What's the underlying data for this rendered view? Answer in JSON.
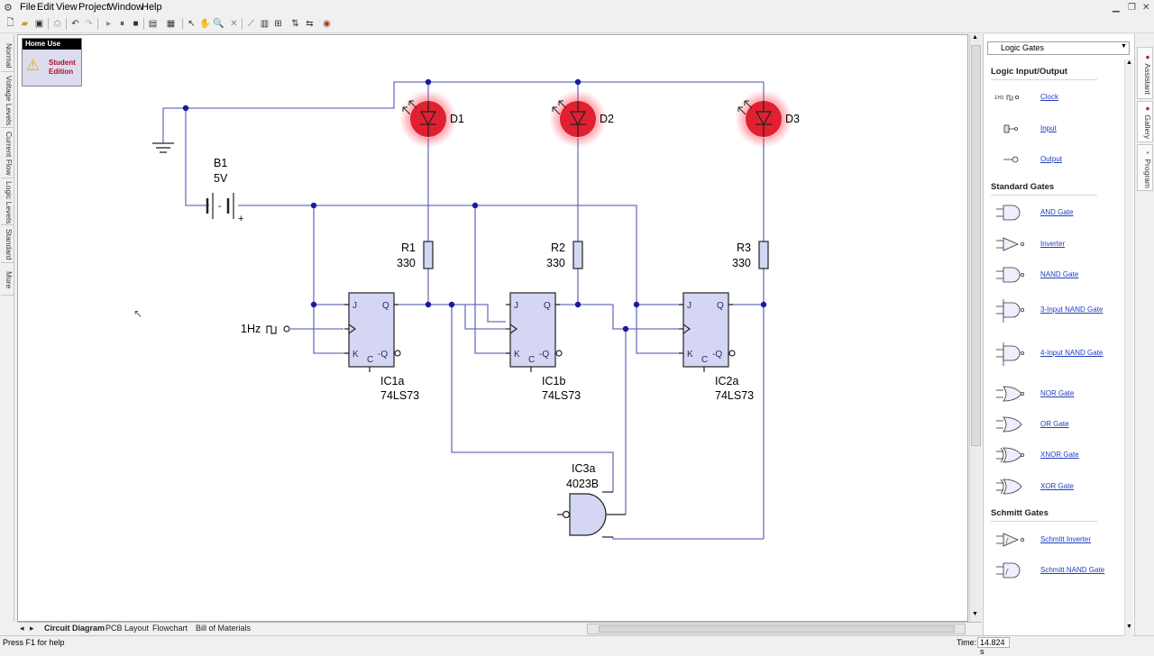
{
  "app": {
    "menu": [
      "File",
      "Edit",
      "View",
      "Project",
      "Window",
      "Help"
    ]
  },
  "left_tabs": [
    "Normal",
    "Voltage Levels",
    "Current Flow",
    "Logic Levels",
    "Standard",
    "More"
  ],
  "badge": {
    "header": "Home Use",
    "line1": "Student",
    "line2": "Edition"
  },
  "circuit": {
    "battery": {
      "name": "B1",
      "value": "5V",
      "minus": "-",
      "plus": "+"
    },
    "clock": {
      "label": "1Hz"
    },
    "leds": [
      {
        "name": "D1",
        "color": "#e02030"
      },
      {
        "name": "D2",
        "color": "#e02030"
      },
      {
        "name": "D3",
        "color": "#e02030"
      }
    ],
    "resistors": [
      {
        "name": "R1",
        "value": "330"
      },
      {
        "name": "R2",
        "value": "330"
      },
      {
        "name": "R3",
        "value": "330"
      }
    ],
    "flipflops": [
      {
        "name": "IC1a",
        "part": "74LS73"
      },
      {
        "name": "IC1b",
        "part": "74LS73"
      },
      {
        "name": "IC2a",
        "part": "74LS73"
      }
    ],
    "ff_pins": {
      "j": "J",
      "k": "K",
      "q": "Q",
      "nq": "-Q",
      "c": "C"
    },
    "gate": {
      "name": "IC3a",
      "part": "4023B"
    },
    "wire_color": "#6c70c0",
    "node_color": "#1a1aa0",
    "chip_fill": "#d4d6f4"
  },
  "bottom_tabs": [
    "Circuit Diagram",
    "PCB Layout",
    "Flowchart",
    "Bill of Materials"
  ],
  "status": {
    "help": "Press F1 for help",
    "time_label": "Time:",
    "time_value": "14.824 s"
  },
  "gallery": {
    "selected": "Logic Gates",
    "sections": [
      {
        "title": "Logic Input/Output",
        "items": [
          {
            "label": "Clock",
            "icon": "clock-symbol-icon",
            "icon_text": "1Hz"
          },
          {
            "label": "Input",
            "icon": "input-symbol-icon"
          },
          {
            "label": "Output",
            "icon": "output-symbol-icon"
          }
        ]
      },
      {
        "title": "Standard Gates",
        "items": [
          {
            "label": "AND Gate",
            "icon": "and-gate-icon"
          },
          {
            "label": "Inverter",
            "icon": "inverter-icon"
          },
          {
            "label": "NAND Gate",
            "icon": "nand-gate-icon"
          },
          {
            "label": "3-Input NAND Gate",
            "icon": "nand3-gate-icon"
          },
          {
            "label": "4-Input NAND Gate",
            "icon": "nand4-gate-icon"
          },
          {
            "label": "NOR Gate",
            "icon": "nor-gate-icon"
          },
          {
            "label": "OR Gate",
            "icon": "or-gate-icon"
          },
          {
            "label": "XNOR Gate",
            "icon": "xnor-gate-icon"
          },
          {
            "label": "XOR Gate",
            "icon": "xor-gate-icon"
          }
        ]
      },
      {
        "title": "Schmitt Gates",
        "items": [
          {
            "label": "Schmitt Inverter",
            "icon": "schmitt-inverter-icon"
          },
          {
            "label": "Schmitt NAND Gate",
            "icon": "schmitt-nand-icon"
          }
        ]
      }
    ]
  },
  "right_tabs": [
    "Assistant",
    "Gallery",
    "Program"
  ]
}
